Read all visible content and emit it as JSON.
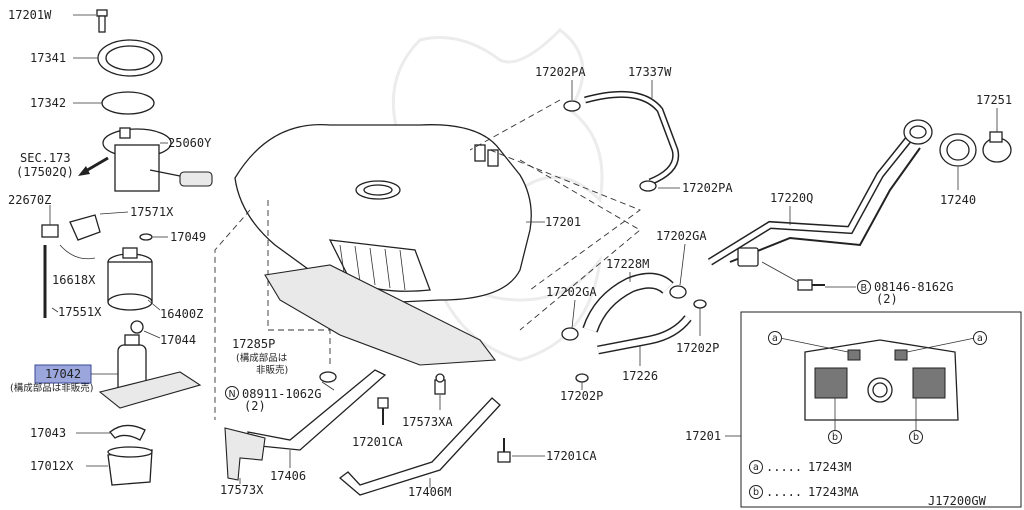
{
  "diagram_code": "J17200GW",
  "labels": {
    "l17201w": "17201W",
    "l17341": "17341",
    "l17342": "17342",
    "l25060y": "25060Y",
    "lsec1": "SEC.173",
    "lsec2": "(17502Q)",
    "l22670z": "22670Z",
    "l17571x": "17571X",
    "l17049": "17049",
    "l16618x": "16618X",
    "l16400z": "16400Z",
    "l17551x": "17551X",
    "l17044": "17044",
    "l17042": "17042",
    "l17042note": "(構成部品は非販売)",
    "l17043": "17043",
    "l17012x": "17012X",
    "l17202pa_top": "17202PA",
    "l17337w": "17337W",
    "l17202pa_mid": "17202PA",
    "l17251": "17251",
    "l17220q": "17220Q",
    "l17240": "17240",
    "l17201_tank": "17201",
    "l17202ga_top": "17202GA",
    "l17228m": "17228M",
    "l17202ga_left": "17202GA",
    "l17202p_right": "17202P",
    "l17226": "17226",
    "l17202p_bottom": "17202P",
    "lbolt_num": "08146-8162G",
    "lbolt_qty": "(2)",
    "lbolt_marker": "B",
    "l17285p": "17285P",
    "l17285p_note1": "(構成部品は",
    "l17285p_note2": "非販売)",
    "lnut_num": "08911-1062G",
    "lnut_qty": "(2)",
    "lnut_marker": "N",
    "l17573xa": "17573XA",
    "l17201ca_left": "17201CA",
    "l17201ca_right": "17201CA",
    "l17406": "17406",
    "l17406m": "17406M",
    "l17573x": "17573X",
    "l17201_inset": "17201",
    "inset_marker_a": "a",
    "inset_marker_b": "b",
    "legend_a_code": "17243M",
    "legend_b_code": "17243MA",
    "legend_dots": "....."
  }
}
